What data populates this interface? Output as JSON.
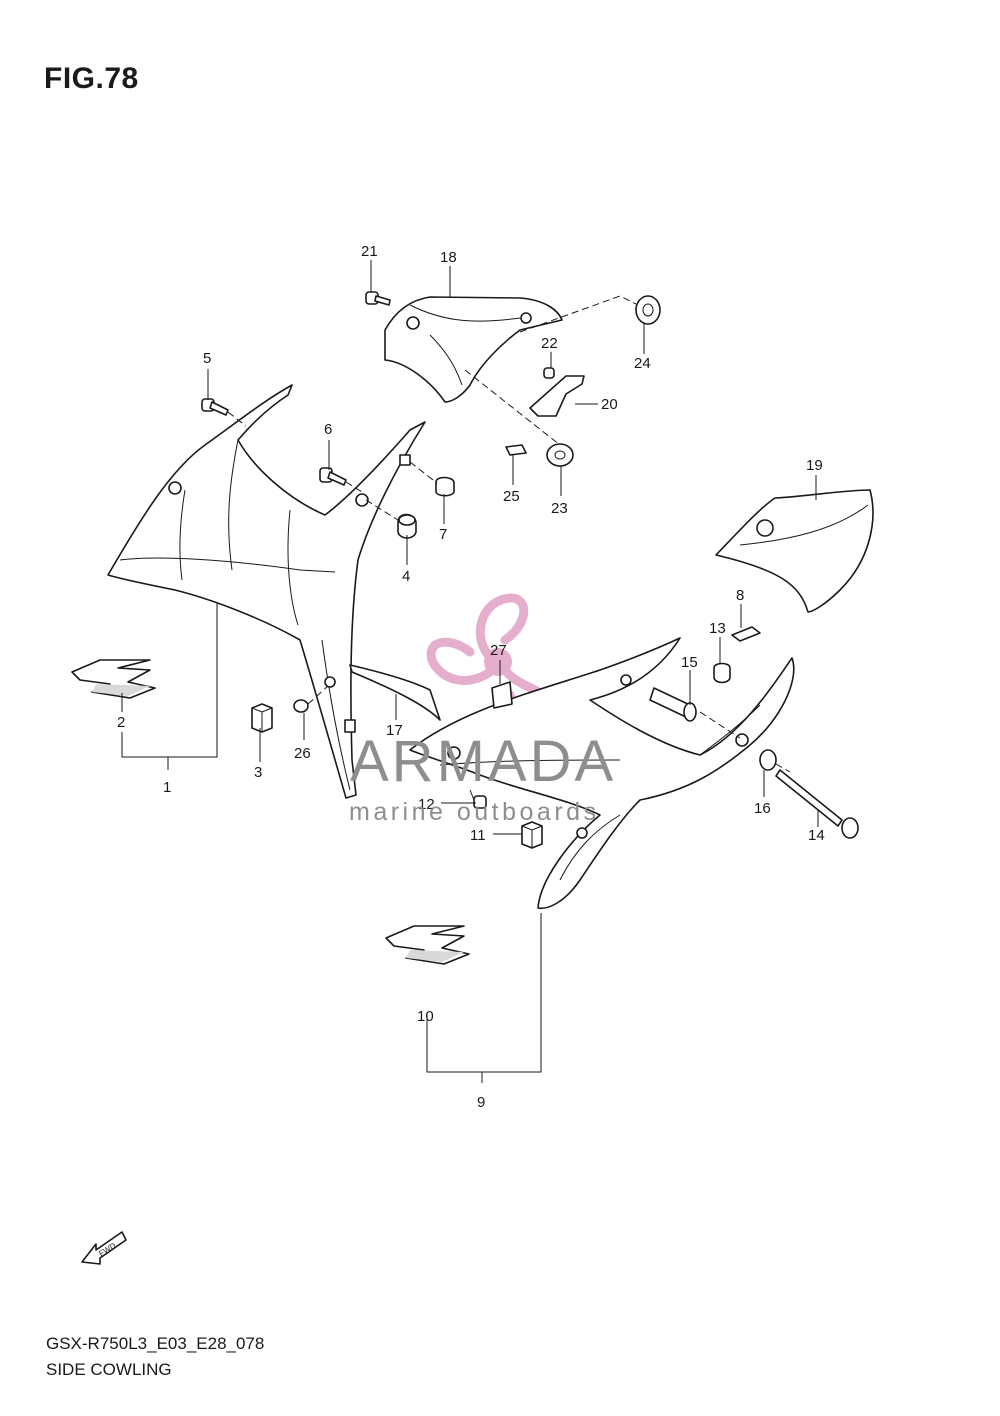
{
  "figure": {
    "title": "FIG.78"
  },
  "footer": {
    "code": "GSX-R750L3_E03_E28_078",
    "name": "SIDE COWLING"
  },
  "watermark": {
    "name": "ARMADA",
    "subtitle": "marine outboards",
    "logo_color": "#e1a0c4"
  },
  "fwd_label": "FWD",
  "callouts": [
    {
      "id": "c1",
      "text": "1"
    },
    {
      "id": "c2",
      "text": "2"
    },
    {
      "id": "c3",
      "text": "3"
    },
    {
      "id": "c4",
      "text": "4"
    },
    {
      "id": "c5",
      "text": "5"
    },
    {
      "id": "c6",
      "text": "6"
    },
    {
      "id": "c7",
      "text": "7"
    },
    {
      "id": "c8",
      "text": "8"
    },
    {
      "id": "c9",
      "text": "9"
    },
    {
      "id": "c10",
      "text": "10"
    },
    {
      "id": "c11",
      "text": "11"
    },
    {
      "id": "c12",
      "text": "12"
    },
    {
      "id": "c13",
      "text": "13"
    },
    {
      "id": "c14",
      "text": "14"
    },
    {
      "id": "c15",
      "text": "15"
    },
    {
      "id": "c16",
      "text": "16"
    },
    {
      "id": "c17",
      "text": "17"
    },
    {
      "id": "c18",
      "text": "18"
    },
    {
      "id": "c19",
      "text": "19"
    },
    {
      "id": "c20",
      "text": "20"
    },
    {
      "id": "c21",
      "text": "21"
    },
    {
      "id": "c22",
      "text": "22"
    },
    {
      "id": "c23",
      "text": "23"
    },
    {
      "id": "c24",
      "text": "24"
    },
    {
      "id": "c25",
      "text": "25"
    },
    {
      "id": "c26",
      "text": "26"
    },
    {
      "id": "c27",
      "text": "27"
    }
  ]
}
